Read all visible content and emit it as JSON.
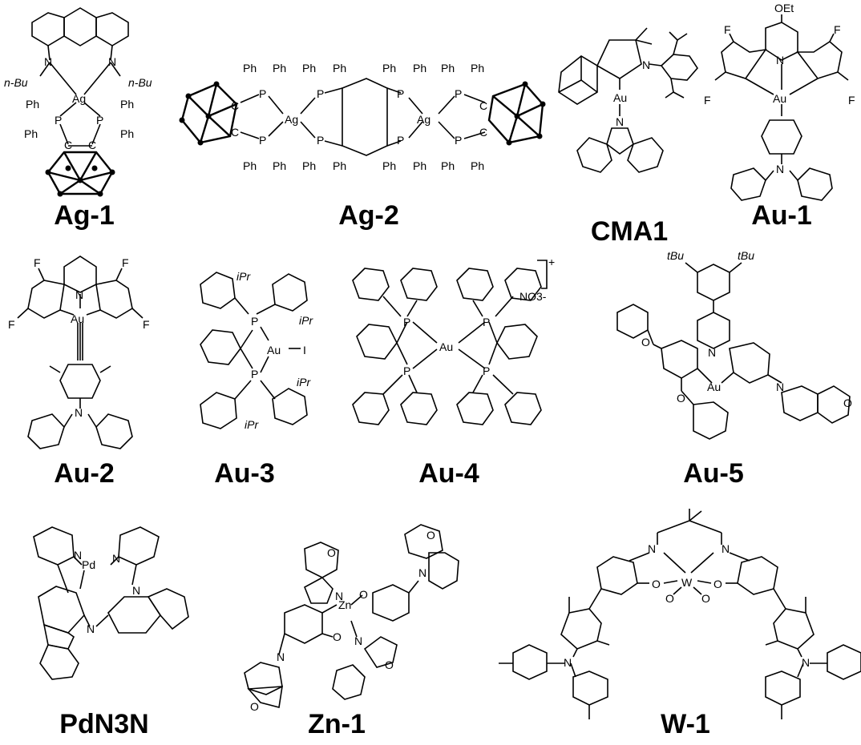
{
  "compounds": [
    {
      "id": "ag1",
      "label": "Ag-1",
      "atoms": {
        "metal": "Ag",
        "p": "P",
        "n": "N",
        "c": "C",
        "ph": "Ph",
        "nbu": "n-Bu"
      }
    },
    {
      "id": "ag2",
      "label": "Ag-2",
      "atoms": {
        "metal": "Ag",
        "p": "P",
        "c": "C",
        "ph": "Ph"
      }
    },
    {
      "id": "cma1",
      "label": "CMA1",
      "atoms": {
        "metal": "Au",
        "n": "N"
      }
    },
    {
      "id": "au1",
      "label": "Au-1",
      "atoms": {
        "metal": "Au",
        "n": "N",
        "f": "F",
        "oet": "OEt"
      }
    },
    {
      "id": "au2",
      "label": "Au-2",
      "atoms": {
        "metal": "Au",
        "n": "N",
        "f": "F"
      }
    },
    {
      "id": "au3",
      "label": "Au-3",
      "atoms": {
        "metal": "Au",
        "p": "P",
        "i": "I",
        "ipr": "iPr"
      }
    },
    {
      "id": "au4",
      "label": "Au-4",
      "atoms": {
        "metal": "Au",
        "p": "P",
        "charge": "+",
        "anion": "NO3-"
      }
    },
    {
      "id": "au5",
      "label": "Au-5",
      "atoms": {
        "metal": "Au",
        "n": "N",
        "o": "O",
        "tbu": "tBu"
      }
    },
    {
      "id": "pdn3n",
      "label": "PdN3N",
      "atoms": {
        "metal": "Pd",
        "n": "N"
      }
    },
    {
      "id": "zn1",
      "label": "Zn-1",
      "atoms": {
        "metal": "Zn",
        "n": "N",
        "o": "O"
      }
    },
    {
      "id": "w1",
      "label": "W-1",
      "atoms": {
        "metal": "W",
        "n": "N",
        "o": "O"
      }
    }
  ]
}
